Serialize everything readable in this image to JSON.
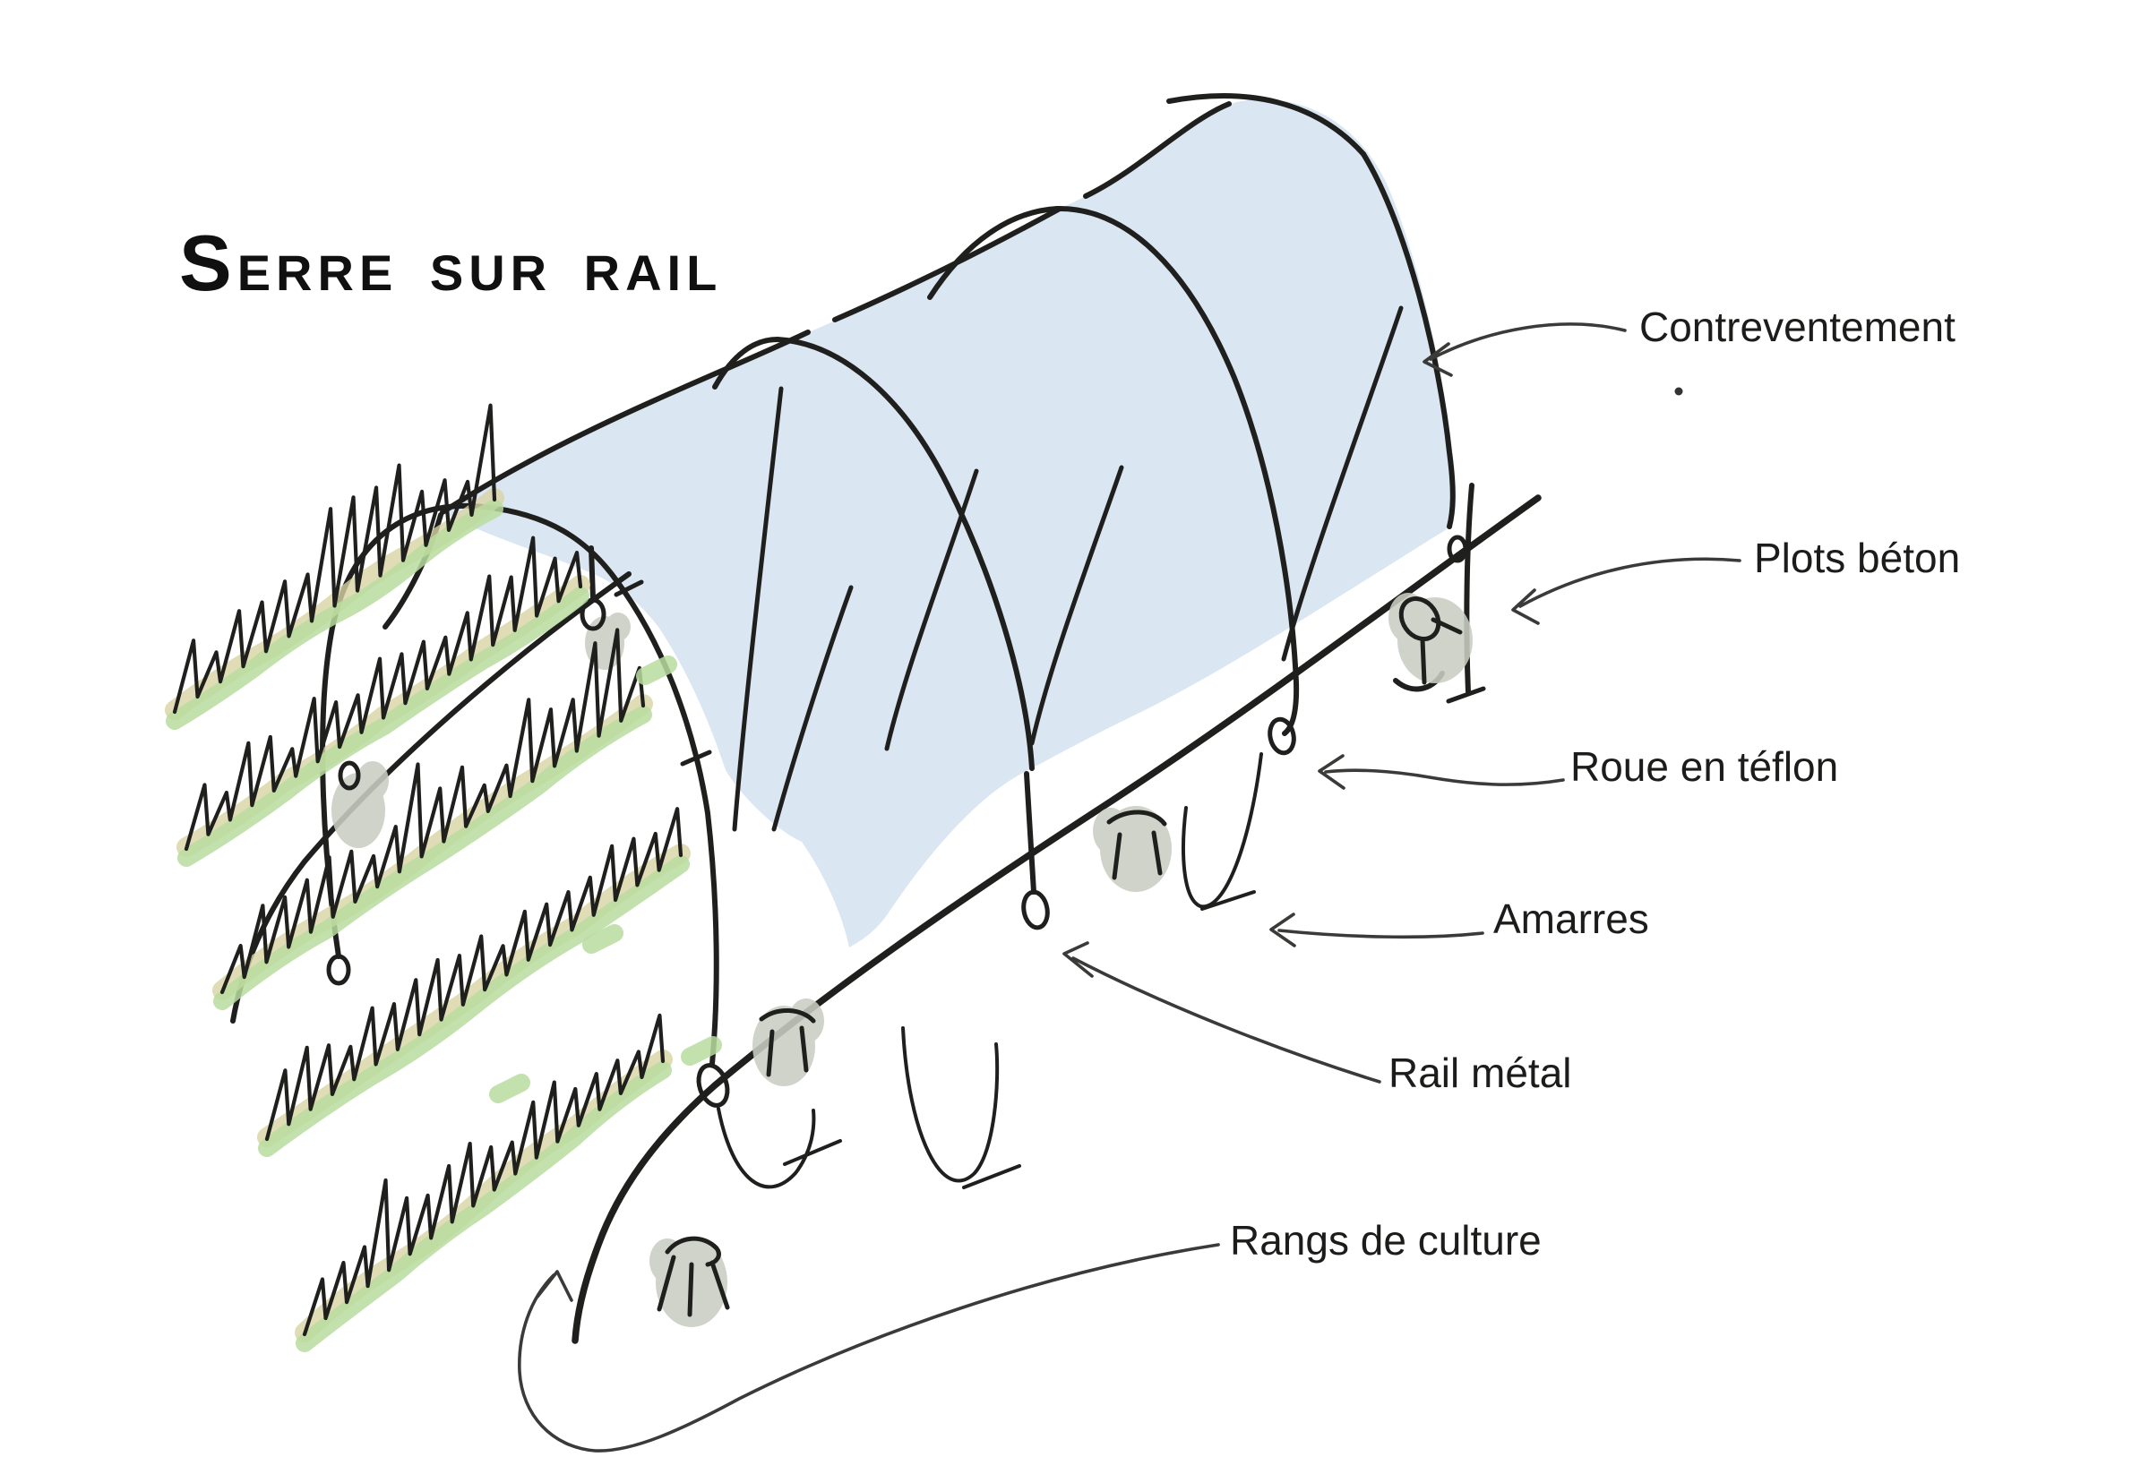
{
  "diagram": {
    "title": "Serre sur rail",
    "labels": {
      "contreventement": "Contreventement",
      "plots_beton": "Plots béton",
      "roue_teflon": "Roue en téflon",
      "amarres": "Amarres",
      "rail_metal": "Rail métal",
      "rangs_culture": "Rangs de culture"
    },
    "colors": {
      "tarp": "#dbe6f3",
      "row_green": "#b8dc9f",
      "row_tan": "#d8d3a4",
      "block_gray": "#c9cdc2",
      "ink": "#1f1f1d",
      "annotation": "#3a3a38"
    }
  }
}
